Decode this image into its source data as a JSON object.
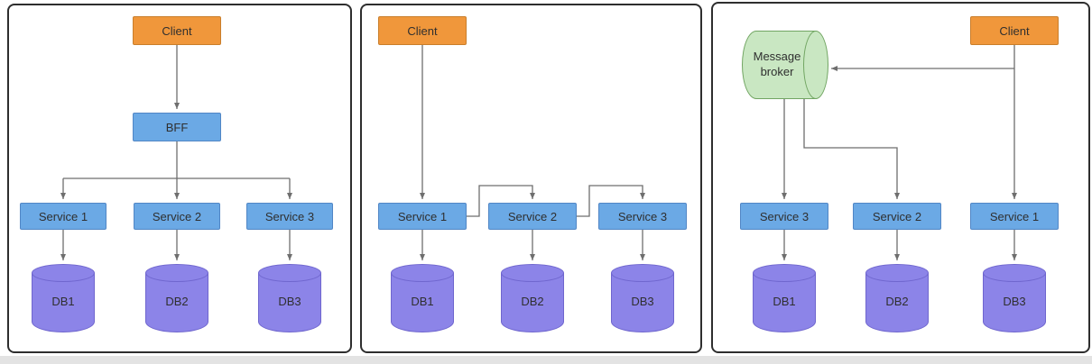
{
  "colors": {
    "client_fill": "#F0973B",
    "client_stroke": "#C97E2B",
    "service_fill": "#6BA9E5",
    "service_stroke": "#5186C5",
    "db_fill": "#8C84E8",
    "db_stroke": "#6F66CE",
    "broker_fill": "#C9E7C2",
    "broker_stroke": "#71A562",
    "panel_border": "#2E2E2E",
    "arrow": "#6E6E6E"
  },
  "panels": [
    {
      "nodes": {
        "client": "Client",
        "bff": "BFF",
        "service1": "Service 1",
        "service2": "Service 2",
        "service3": "Service 3",
        "db1": "DB1",
        "db2": "DB2",
        "db3": "DB3"
      }
    },
    {
      "nodes": {
        "client": "Client",
        "service1": "Service 1",
        "service2": "Service 2",
        "service3": "Service 3",
        "db1": "DB1",
        "db2": "DB2",
        "db3": "DB3"
      }
    },
    {
      "nodes": {
        "broker": "Message broker",
        "client": "Client",
        "service3": "Service 3",
        "service2": "Service 2",
        "service1": "Service 1",
        "db1": "DB1",
        "db2": "DB2",
        "db3": "DB3"
      }
    }
  ]
}
